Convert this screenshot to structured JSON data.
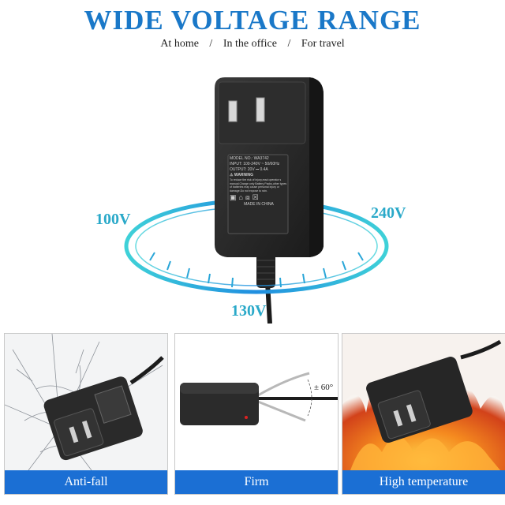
{
  "header": {
    "title": "WIDE VOLTAGE RANGE",
    "subtitle_parts": [
      "At home",
      "In the office",
      "For travel"
    ],
    "separator": "/"
  },
  "voltages": {
    "left": "100V",
    "right": "240V",
    "bottom": "130V"
  },
  "label": {
    "model": "MODEL NO.: WA3742",
    "input": "INPUT: 100-240V ~ 50/60Hz",
    "output": "OUTPUT: 20V ⎓ 0.4A",
    "warning": "WARNING",
    "warning_text": "To reduce the risk of injury,read operator s manual.Charge only Battery Packs,other types of batteries may cause personal injury or damage.Do not expose to rain.",
    "made_in": "MADE IN CHINA"
  },
  "panels": [
    {
      "label": "Anti-fall"
    },
    {
      "label": "Firm",
      "angle": "± 60°"
    },
    {
      "label": "High temperature"
    }
  ],
  "colors": {
    "title": "#1a78c8",
    "accent_blue": "#1a6fd0",
    "cyan": "#29b4d6",
    "volt_text": "#2aa9c9",
    "bar": "#1b6fd4",
    "adapter": "#262626"
  }
}
